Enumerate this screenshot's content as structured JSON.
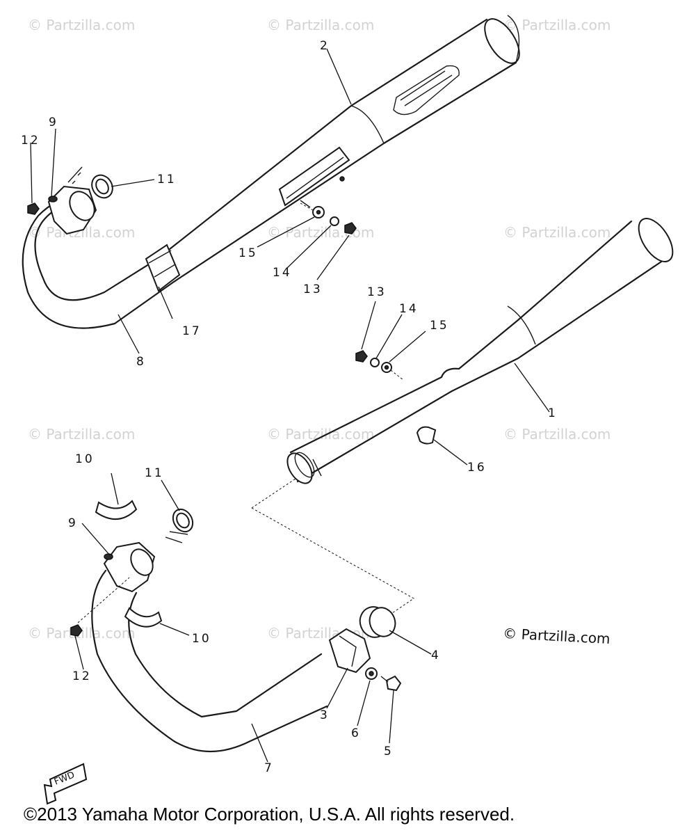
{
  "watermark": "© Partzilla.com",
  "copyright_main": "© Partzilla.com",
  "footer": "©2013 Yamaha Motor Corporation, U.S.A. All rights reserved.",
  "fwd_label": "FWD",
  "callouts": {
    "c1": "1",
    "c2": "2",
    "c3": "3",
    "c4": "4",
    "c5": "5",
    "c6": "6",
    "c7": "7",
    "c8": "8",
    "c9a": "9",
    "c9b": "9",
    "c10a": "10",
    "c10b": "10",
    "c11a": "11",
    "c11b": "11",
    "c12a": "12",
    "c12b": "12",
    "c13a": "13",
    "c13b": "13",
    "c14a": "14",
    "c14b": "14",
    "c15a": "15",
    "c15b": "15",
    "c16": "16",
    "c17": "17"
  }
}
